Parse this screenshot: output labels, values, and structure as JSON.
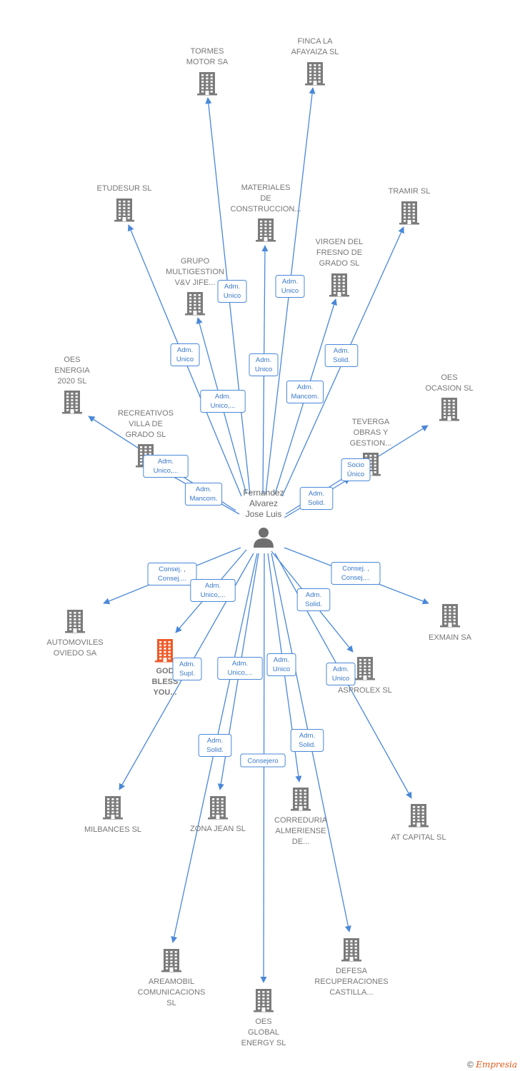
{
  "colors": {
    "edge": "#4a88d8",
    "building": "#7b7b7b",
    "building_highlight": "#f05a28",
    "person": "#6f6f6f"
  },
  "center": {
    "name_lines": [
      "Fernandez",
      "Alvarez",
      "Jose Luis"
    ],
    "icon": "person-icon"
  },
  "companies": [
    {
      "id": "tormes",
      "lines": [
        "TORMES",
        "MOTOR SA"
      ]
    },
    {
      "id": "finca",
      "lines": [
        "FINCA LA",
        "AFAYAIZA  SL"
      ]
    },
    {
      "id": "etudesur",
      "lines": [
        "ETUDESUR  SL"
      ]
    },
    {
      "id": "materiales",
      "lines": [
        "MATERIALES",
        "DE",
        "CONSTRUCCION..."
      ]
    },
    {
      "id": "tramir",
      "lines": [
        "TRAMIR SL"
      ]
    },
    {
      "id": "grupo",
      "lines": [
        "GRUPO",
        "MULTIGESTION",
        "V&V JIFE..."
      ]
    },
    {
      "id": "virgen",
      "lines": [
        "VIRGEN DEL",
        "FRESNO DE",
        "GRADO  SL"
      ]
    },
    {
      "id": "oes_energia",
      "lines": [
        "OES",
        "ENERGIA",
        "2020  SL"
      ]
    },
    {
      "id": "oes_ocasion",
      "lines": [
        "OES",
        "OCASION  SL"
      ]
    },
    {
      "id": "recreativos",
      "lines": [
        "RECREATIVOS",
        "VILLA DE",
        "GRADO  SL"
      ]
    },
    {
      "id": "teverga",
      "lines": [
        "TEVERGA",
        "OBRAS Y",
        "GESTION..."
      ]
    },
    {
      "id": "automoviles",
      "lines": [
        "AUTOMOVILES",
        "OVIEDO SA"
      ]
    },
    {
      "id": "exmain",
      "lines": [
        "EXMAIN SA"
      ]
    },
    {
      "id": "god",
      "lines": [
        "GOD",
        "BLESS",
        "YOU..."
      ]
    },
    {
      "id": "asprolex",
      "lines": [
        "ASPROLEX SL"
      ]
    },
    {
      "id": "milbances",
      "lines": [
        "MILBANCES SL"
      ]
    },
    {
      "id": "zona",
      "lines": [
        "ZONA JEAN SL"
      ]
    },
    {
      "id": "correduria",
      "lines": [
        "CORREDURIA",
        "ALMERIENSE",
        "DE..."
      ]
    },
    {
      "id": "atcapital",
      "lines": [
        "AT CAPITAL  SL"
      ]
    },
    {
      "id": "areamobil",
      "lines": [
        "AREAMOBIL",
        "COMUNICACIONS",
        "SL"
      ]
    },
    {
      "id": "defesa",
      "lines": [
        "DEFESA",
        "RECUPERACIONES",
        "CASTILLA..."
      ]
    },
    {
      "id": "oes_global",
      "lines": [
        "OES",
        "GLOBAL",
        "ENERGY  SL"
      ]
    }
  ],
  "edges": [
    {
      "to": "tormes",
      "label": [
        "Adm.",
        "Unico"
      ]
    },
    {
      "to": "finca",
      "label": [
        "Adm.",
        "Unico"
      ]
    },
    {
      "to": "etudesur",
      "label": [
        "Adm.",
        "Unico"
      ]
    },
    {
      "to": "materiales",
      "label": [
        "Adm.",
        "Unico"
      ]
    },
    {
      "to": "tramir",
      "label": [
        "Adm.",
        "Solid."
      ]
    },
    {
      "to": "grupo",
      "label": [
        "Adm.",
        "Unico,..."
      ]
    },
    {
      "to": "virgen",
      "label": [
        "Adm.",
        "Mancom."
      ]
    },
    {
      "to": "oes_energia",
      "label": [
        "Adm.",
        "Unico,..."
      ]
    },
    {
      "to": "recreativos",
      "label": [
        "Adm.",
        "Mancom."
      ]
    },
    {
      "to": "oes_ocasion",
      "label": [
        "Socio",
        "Único"
      ]
    },
    {
      "to": "teverga",
      "label": [
        "Adm.",
        "Solid."
      ]
    },
    {
      "to": "automoviles",
      "label": [
        "Consej. ,",
        "Consej...."
      ]
    },
    {
      "to": "god",
      "label": [
        "Adm.",
        "Unico,..."
      ]
    },
    {
      "to": "exmain",
      "label": [
        "Consej. ,",
        "Consej...."
      ]
    },
    {
      "to": "asprolex",
      "label": [
        "Adm.",
        "Solid."
      ]
    },
    {
      "to": "atcapital",
      "label": [
        "Adm.",
        "Unico"
      ]
    },
    {
      "to": "milbances",
      "label": [
        "Adm.",
        "Supl."
      ]
    },
    {
      "to": "zona",
      "label": [
        "Adm.",
        "Unico,..."
      ]
    },
    {
      "to": "correduria",
      "label": [
        "Adm.",
        "Unico"
      ]
    },
    {
      "to": "areamobil",
      "label": [
        "Adm.",
        "Solid."
      ]
    },
    {
      "to": "defesa",
      "label": [
        "Adm.",
        "Solid."
      ]
    },
    {
      "to": "oes_global",
      "label": [
        "Consejero"
      ]
    }
  ],
  "footer": {
    "copyright": "©",
    "brand": "Empresia"
  }
}
